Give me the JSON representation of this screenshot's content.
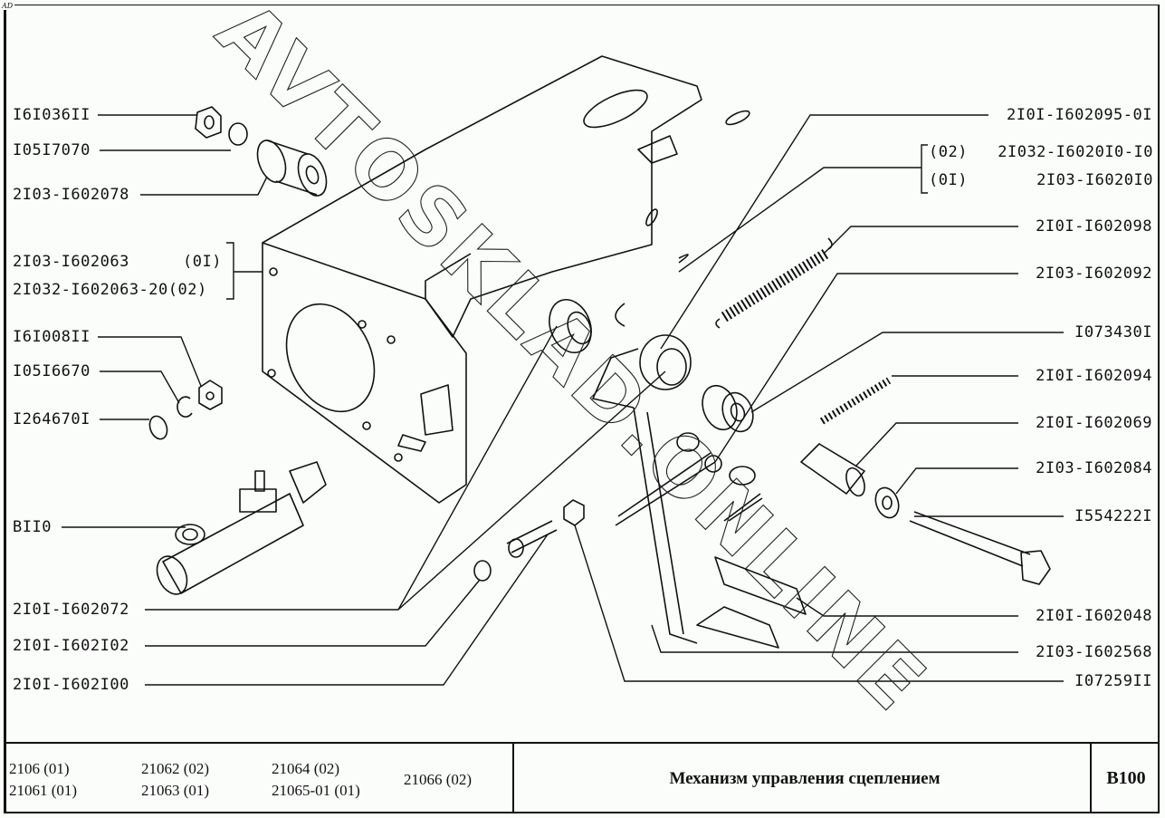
{
  "corner_mark": "AD",
  "watermark": "AVTOSKLAD.ONLINE",
  "diagram": {
    "title": "Механизм управления сцеплением",
    "code": "B100",
    "left_labels": [
      {
        "part": "I6I036II",
        "note": ""
      },
      {
        "part": "I05I7070",
        "note": ""
      },
      {
        "part": "2I03-I602078",
        "note": ""
      },
      {
        "part": "2I03-I602063",
        "note": "(0I)"
      },
      {
        "part": "2I032-I602063-20",
        "note": "(02)"
      },
      {
        "part": "I6I008II",
        "note": ""
      },
      {
        "part": "I05I6670",
        "note": ""
      },
      {
        "part": "I264670I",
        "note": ""
      },
      {
        "part": "BII0",
        "note": ""
      },
      {
        "part": "2I0I-I602072",
        "note": ""
      },
      {
        "part": "2I0I-I602I02",
        "note": ""
      },
      {
        "part": "2I0I-I602I00",
        "note": ""
      }
    ],
    "right_labels": [
      {
        "part": "2I0I-I602095-0I",
        "note": ""
      },
      {
        "part": "2I032-I6020I0-I0",
        "note": "(02)"
      },
      {
        "part": "2I03-I6020I0",
        "note": "(0I)"
      },
      {
        "part": "2I0I-I602098",
        "note": ""
      },
      {
        "part": "2I03-I602092",
        "note": ""
      },
      {
        "part": "I073430I",
        "note": ""
      },
      {
        "part": "2I0I-I602094",
        "note": ""
      },
      {
        "part": "2I0I-I602069",
        "note": ""
      },
      {
        "part": "2I03-I602084",
        "note": ""
      },
      {
        "part": "I554222I",
        "note": ""
      },
      {
        "part": "2I0I-I602048",
        "note": ""
      },
      {
        "part": "2I03-I602568",
        "note": ""
      },
      {
        "part": "I07259II",
        "note": ""
      }
    ]
  },
  "footer": {
    "models": [
      [
        "2106 (01)",
        "21061 (01)"
      ],
      [
        "21062 (02)",
        "21063 (01)"
      ],
      [
        "21064 (02)",
        "21065-01 (01)"
      ],
      [
        "21066 (02)"
      ]
    ]
  }
}
